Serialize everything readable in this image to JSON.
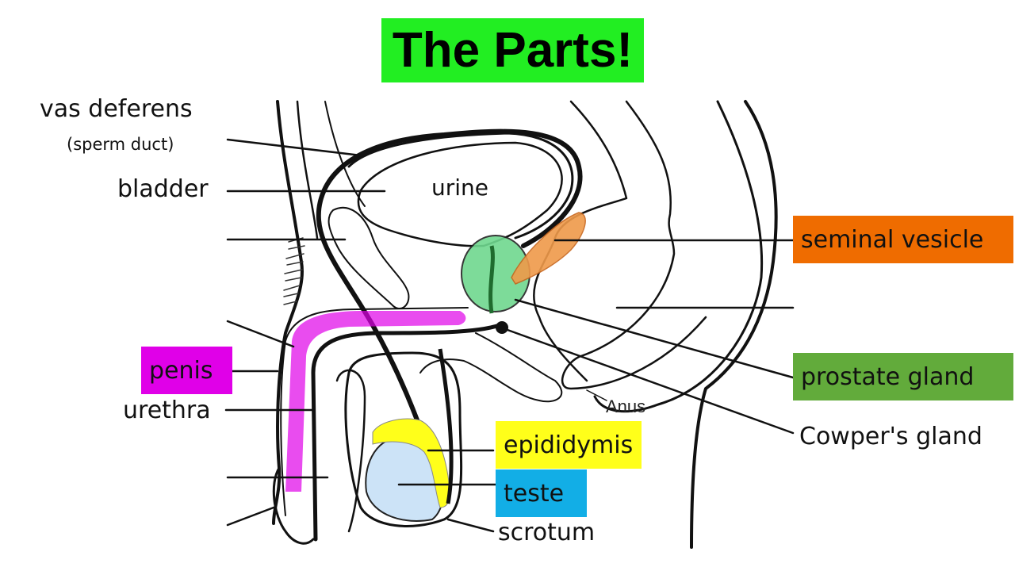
{
  "title": "The Parts!",
  "colors": {
    "title_bg": "#22ee22",
    "seminal_vesicle": "#ef6c00",
    "prostate_gland": "#62ab3b",
    "penis": "#e000e8",
    "epididymis": "#ffff1a",
    "teste": "#12aee6",
    "teste_fill": "#cce3f7",
    "prostate_fill": "#6fd88f",
    "vesicle_fill": "#ef9a4a"
  },
  "labels": {
    "vas_deferens": "vas deferens",
    "sperm_duct": "(sperm duct)",
    "bladder": "bladder",
    "urine": "urine",
    "seminal_vesicle": "seminal vesicle",
    "prostate_gland": "prostate gland",
    "cowpers_gland": "Cowper's gland",
    "penis": "penis",
    "urethra": "urethra",
    "epididymis": "epididymis",
    "teste": "teste",
    "scrotum": "scrotum",
    "anus": "Anus"
  }
}
